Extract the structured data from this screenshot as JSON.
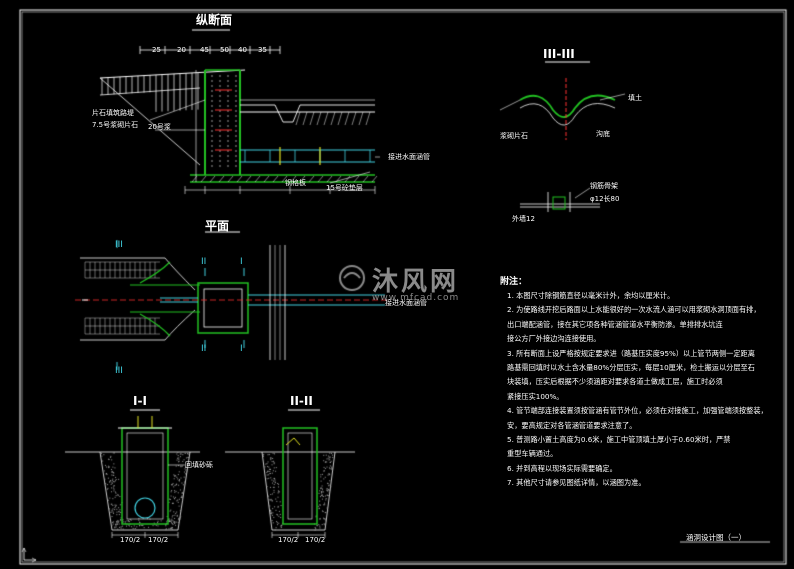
{
  "colors": {
    "background": "#000000",
    "line": "#ffffff",
    "green": "#22c022",
    "red": "#ff3030",
    "cyan": "#40d0e0",
    "yellow": "#e0e020",
    "watermark": "#8a8a8a"
  },
  "views": {
    "section_title": "纵断面",
    "plan_title": "平面",
    "view3_title": "III-III",
    "view1_title": "I-I",
    "view2_title": "II-II"
  },
  "labels": {
    "fill_stone": "片石填筑路堤",
    "slope_protect": "7.5号浆砌片石",
    "mortar_20": "20号浆",
    "pipe_note_1": "接进水面涵管",
    "pipe_note_2": "接进水面涵管",
    "grate": "钢格板",
    "layer_15": "15号砼垫层",
    "soil": "填土",
    "stone_left": "浆砌片石",
    "drain_ditch": "沟底",
    "bar_label": "钢筋骨架",
    "bar_spec": "φ12长80",
    "outer_wall": "外墙12",
    "backfill": "回填砂砾",
    "roman_3": "III",
    "roman_1": "I",
    "roman_2": "II"
  },
  "dims": {
    "d1": "25",
    "d2": "20",
    "d3": "45",
    "d4": "50",
    "d5": "40",
    "d6": "35",
    "d_bottom1": "170/2",
    "d_bottom2": "170/2",
    "d_bottom3": "170/2",
    "d_bottom4": "170/2"
  },
  "notes": {
    "title": "附注：",
    "lines": [
      "1.   本图尺寸除钢筋直径以毫米计外，余均以厘米计。",
      "2.   为使路线开挖后路面以上水能很好的一次水流人涵可以用浆砌水洞顶面有排，",
      "      出口端配涵管，接在其它项各种管涵管道水平衡防渗。单排排水坑连",
      "      接公方厂外接边沟连接使用。",
      "3.   所有断面上设严格按规定要求进（路基压实度95%）以上管节两侧一定距离",
      "      路基需回填时以水土含水量80%分层压实，每层10厘米，检土搬运以分层至石",
      "      块装填，压实后根据不少须涵距对要求各道土做成工层，施工时必须",
      "      紧接压实100%。",
      "4.   管节端部连接装置须按管涵有管节外位，必须在对接施工，加强管端须按整装，",
      "      安，要高规定对各管涵管道要求注意了。",
      "5.   普测路小置土高度为0.6米，施工中管顶填土厚小于0.60米时，严禁",
      "      重型车辆通过。",
      "6.   并到高程以现场实际需要确定。",
      "7.   其他尺寸请参见图纸详情，以涵图为准。"
    ]
  },
  "title_block": "涵洞设计图（一）",
  "watermark": {
    "text": "沐风网",
    "sub": "www.mfcad.com"
  }
}
